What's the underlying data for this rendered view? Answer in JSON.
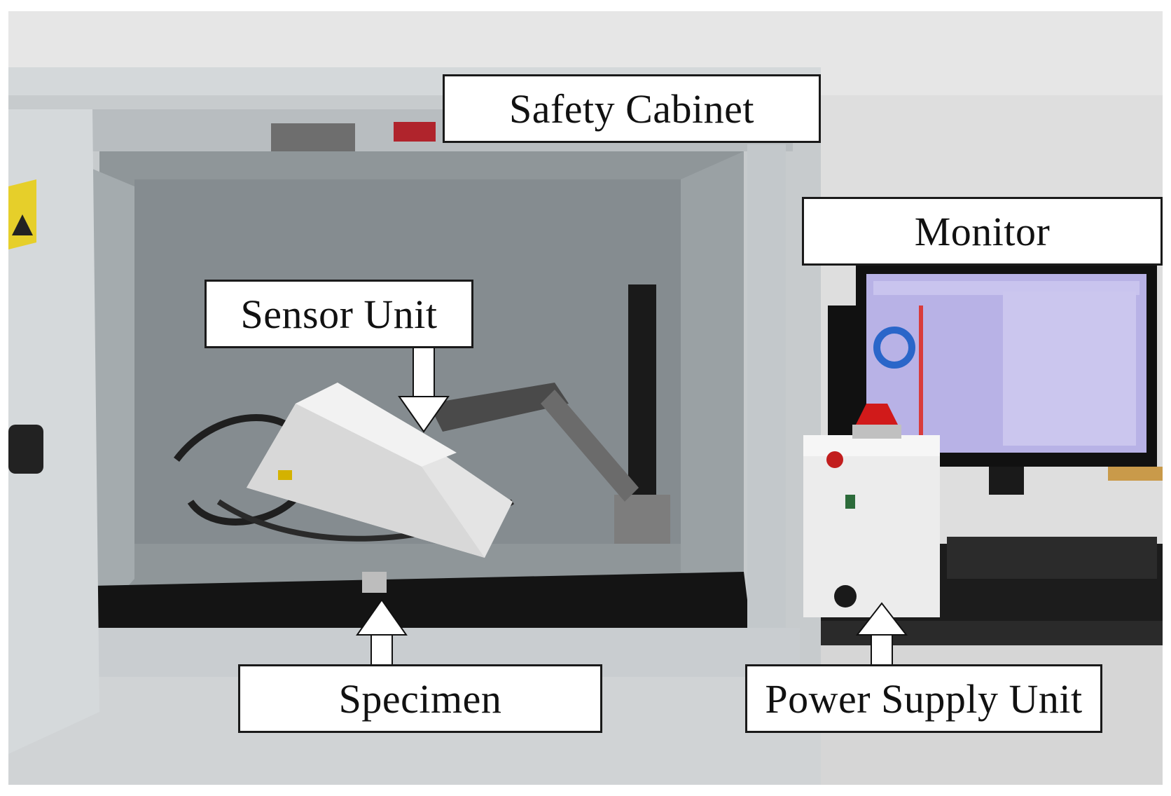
{
  "labels": {
    "safety_cabinet": "Safety Cabinet",
    "monitor": "Monitor",
    "sensor_unit": "Sensor Unit",
    "specimen": "Specimen",
    "power_supply_unit": "Power Supply Unit"
  },
  "colors": {
    "wall": "#dcdcdc",
    "cabinet_frame": "#c9cdd0",
    "cabinet_interior": "#8c9396",
    "floor": "#151515",
    "desk": "#1b1b1b",
    "screen": "#b9b3e6",
    "beacon": "#d11a1a",
    "arrow": "#ffffff",
    "label_border": "#1a1a1a"
  }
}
